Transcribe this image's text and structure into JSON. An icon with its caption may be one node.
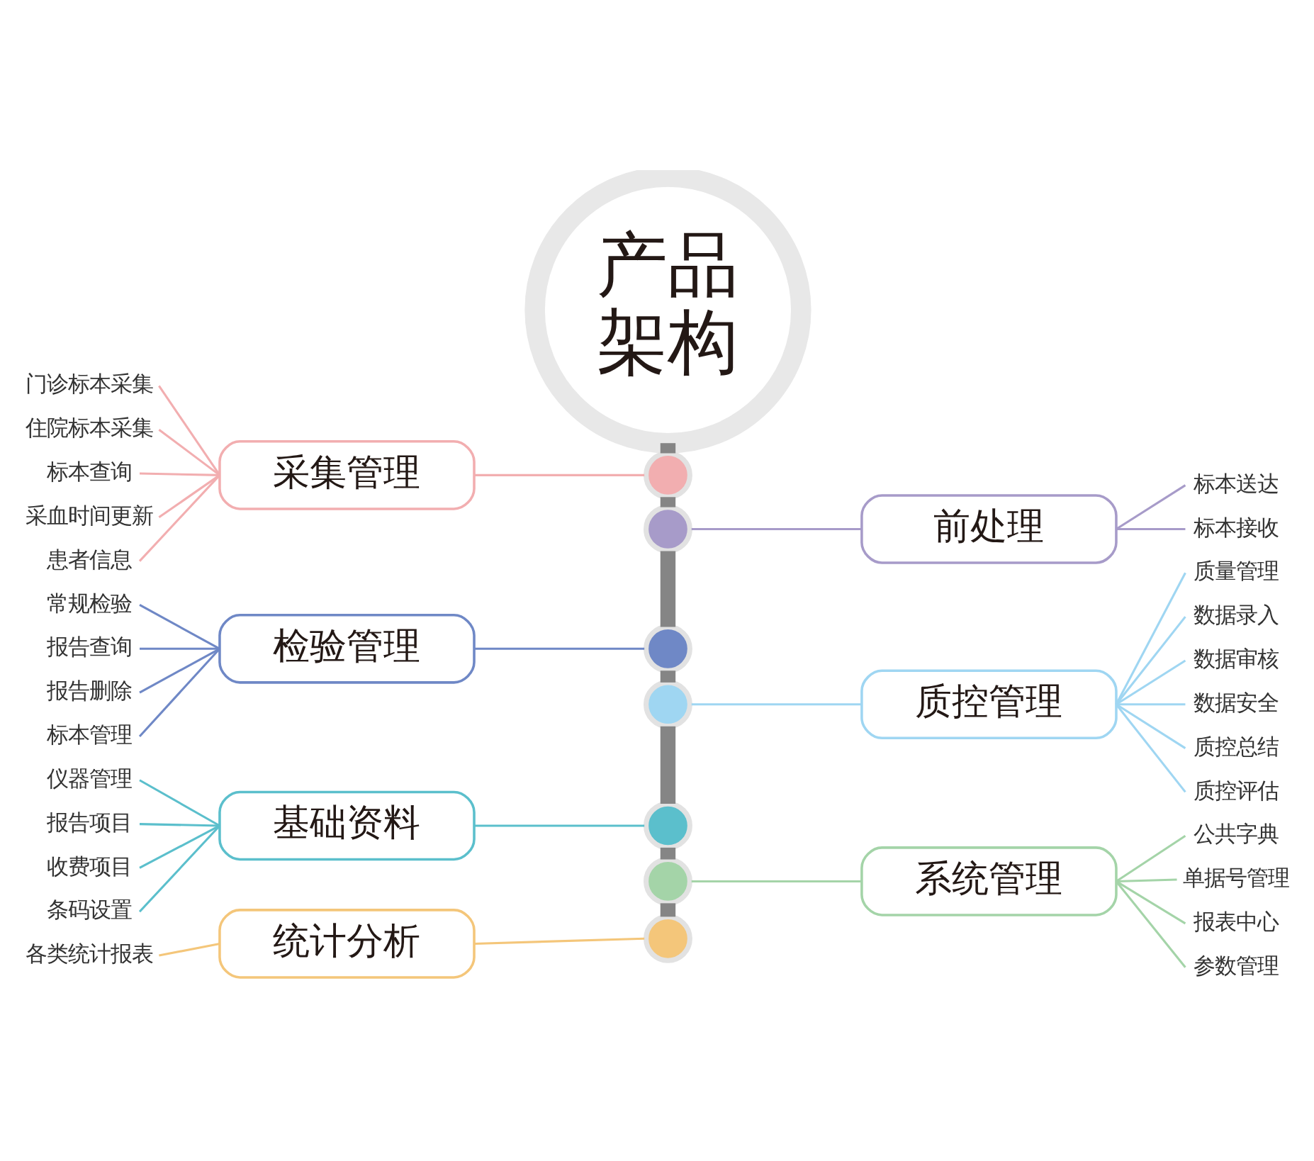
{
  "diagram": {
    "nodes": [
      {
        "text": [
          "产品架构"
        ]
      },
      {
        "text": [],
        "shape": "circle"
      },
      {
        "text": [
          "采集管理"
        ]
      },
      {
        "text": [
          "门诊标本采集"
        ]
      },
      {
        "text": [
          "住院标本采集"
        ]
      },
      {
        "text": [
          "标本查询"
        ]
      },
      {
        "text": [
          "采血时间更新"
        ]
      },
      {
        "text": [
          "患者信息"
        ]
      },
      {
        "text": [],
        "shape": "circle"
      },
      {
        "text": [
          "前处理"
        ]
      },
      {
        "text": [
          "标本送达"
        ]
      },
      {
        "text": [
          "标本接收"
        ]
      },
      {
        "text": [],
        "shape": "circle"
      },
      {
        "text": [
          "检验管理"
        ]
      },
      {
        "text": [
          "常规检验"
        ]
      },
      {
        "text": [
          "报告查询"
        ]
      },
      {
        "text": [
          "报告删除"
        ]
      },
      {
        "text": [
          "标本管理"
        ]
      },
      {
        "text": [],
        "shape": "circle"
      },
      {
        "text": [
          "质控管理"
        ]
      },
      {
        "text": [
          "质量管理"
        ]
      },
      {
        "text": [
          "数据录入"
        ]
      },
      {
        "text": [
          "数据审核"
        ]
      },
      {
        "text": [
          "数据安全"
        ]
      },
      {
        "text": [
          "质控总结"
        ]
      },
      {
        "text": [
          "质控评估"
        ]
      },
      {
        "text": [],
        "shape": "circle"
      },
      {
        "text": [
          "基础资料"
        ]
      },
      {
        "text": [
          "仪器管理"
        ]
      },
      {
        "text": [
          "报告项目"
        ]
      },
      {
        "text": [
          "收费项目"
        ]
      },
      {
        "text": [
          "条码设置"
        ]
      },
      {
        "text": [],
        "shape": "circle"
      },
      {
        "text": [
          "系统管理"
        ]
      },
      {
        "text": [
          "公共字典"
        ]
      },
      {
        "text": [
          "单据号管理"
        ]
      },
      {
        "text": [
          "报表中心"
        ]
      },
      {
        "text": [
          "参数管理"
        ]
      },
      {
        "text": [],
        "shape": "circle"
      },
      {
        "text": [
          "统计分析"
        ]
      },
      {
        "text": [
          "各类统计报表"
        ]
      }
    ],
    "edges": [
      {
        "from": 0,
        "to": 1,
        "arrow": "none",
        "style": "thick",
        "color": "#858585"
      },
      {
        "from": 1,
        "to": 8,
        "arrow": "none",
        "style": "thick",
        "color": "#858585"
      },
      {
        "from": 8,
        "to": 12,
        "arrow": "none",
        "style": "thick",
        "color": "#858585"
      },
      {
        "from": 12,
        "to": 18,
        "arrow": "none",
        "style": "thick",
        "color": "#858585"
      },
      {
        "from": 18,
        "to": 26,
        "arrow": "none",
        "style": "thick",
        "color": "#858585"
      },
      {
        "from": 26,
        "to": 32,
        "arrow": "none",
        "style": "thick",
        "color": "#858585"
      },
      {
        "from": 32,
        "to": 38,
        "arrow": "none",
        "style": "thick",
        "color": "#858585"
      },
      {
        "from": 3,
        "to": 2,
        "arrow": "none",
        "color": "#f2aeb0"
      },
      {
        "from": 4,
        "to": 2,
        "arrow": "none",
        "color": "#f2aeb0"
      },
      {
        "from": 5,
        "to": 2,
        "arrow": "none",
        "color": "#f2aeb0"
      },
      {
        "from": 6,
        "to": 2,
        "arrow": "none",
        "color": "#f2aeb0"
      },
      {
        "from": 7,
        "to": 2,
        "arrow": "none",
        "color": "#f2aeb0"
      },
      {
        "from": 2,
        "to": 1,
        "arrow": "none",
        "color": "#f2aeb0"
      },
      {
        "from": 8,
        "to": 9,
        "arrow": "none",
        "color": "#a79bc9"
      },
      {
        "from": 9,
        "to": 10,
        "arrow": "none",
        "color": "#a79bc9"
      },
      {
        "from": 9,
        "to": 11,
        "arrow": "none",
        "color": "#a79bc9"
      },
      {
        "from": 14,
        "to": 13,
        "arrow": "none",
        "color": "#6f88c6"
      },
      {
        "from": 15,
        "to": 13,
        "arrow": "none",
        "color": "#6f88c6"
      },
      {
        "from": 16,
        "to": 13,
        "arrow": "none",
        "color": "#6f88c6"
      },
      {
        "from": 17,
        "to": 13,
        "arrow": "none",
        "color": "#6f88c6"
      },
      {
        "from": 13,
        "to": 12,
        "arrow": "none",
        "color": "#6f88c6"
      },
      {
        "from": 18,
        "to": 19,
        "arrow": "none",
        "color": "#9fd6f2"
      },
      {
        "from": 19,
        "to": 20,
        "arrow": "none",
        "color": "#9fd6f2"
      },
      {
        "from": 19,
        "to": 21,
        "arrow": "none",
        "color": "#9fd6f2"
      },
      {
        "from": 19,
        "to": 22,
        "arrow": "none",
        "color": "#9fd6f2"
      },
      {
        "from": 19,
        "to": 23,
        "arrow": "none",
        "color": "#9fd6f2"
      },
      {
        "from": 19,
        "to": 24,
        "arrow": "none",
        "color": "#9fd6f2"
      },
      {
        "from": 19,
        "to": 25,
        "arrow": "none",
        "color": "#9fd6f2"
      },
      {
        "from": 28,
        "to": 27,
        "arrow": "none",
        "color": "#5bbfcc"
      },
      {
        "from": 29,
        "to": 27,
        "arrow": "none",
        "color": "#5bbfcc"
      },
      {
        "from": 30,
        "to": 27,
        "arrow": "none",
        "color": "#5bbfcc"
      },
      {
        "from": 31,
        "to": 27,
        "arrow": "none",
        "color": "#5bbfcc"
      },
      {
        "from": 27,
        "to": 26,
        "arrow": "none",
        "color": "#5bbfcc"
      },
      {
        "from": 32,
        "to": 33,
        "arrow": "none",
        "color": "#a4d4a8"
      },
      {
        "from": 33,
        "to": 34,
        "arrow": "none",
        "color": "#a4d4a8"
      },
      {
        "from": 33,
        "to": 35,
        "arrow": "none",
        "color": "#a4d4a8"
      },
      {
        "from": 33,
        "to": 36,
        "arrow": "none",
        "color": "#a4d4a8"
      },
      {
        "from": 33,
        "to": 37,
        "arrow": "none",
        "color": "#a4d4a8"
      },
      {
        "from": 40,
        "to": 39,
        "arrow": "none",
        "color": "#f4c67a"
      },
      {
        "from": 39,
        "to": 38,
        "arrow": "none",
        "color": "#f4c67a"
      }
    ]
  }
}
